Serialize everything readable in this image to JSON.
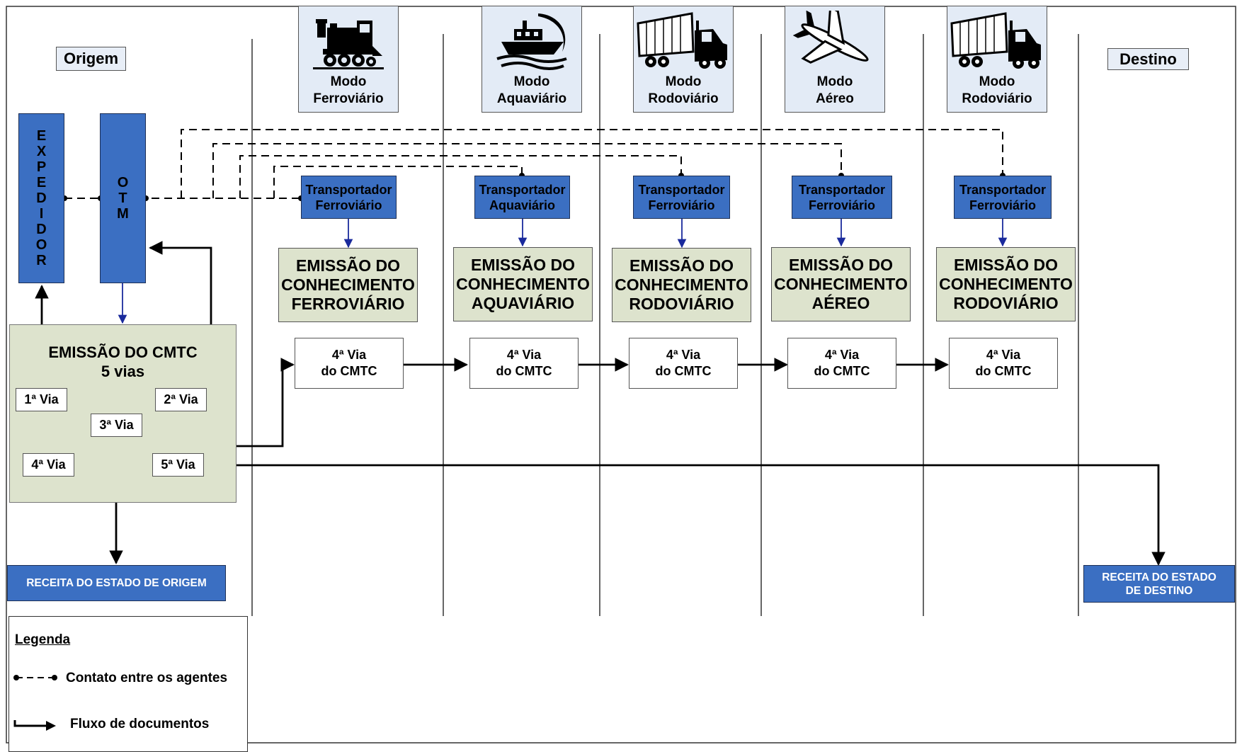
{
  "origem_label": "Origem",
  "destino_label": "Destino",
  "expedidor": [
    "E",
    "X",
    "P",
    "E",
    "D",
    "I",
    "D",
    "O",
    "R"
  ],
  "otm": [
    "O",
    "T",
    "M"
  ],
  "modes": [
    {
      "icon": "train-icon",
      "line1": "Modo",
      "line2": "Ferroviário"
    },
    {
      "icon": "boat-icon",
      "line1": "Modo",
      "line2": "Aquaviário"
    },
    {
      "icon": "truck-icon",
      "line1": "Modo",
      "line2": "Rodoviário"
    },
    {
      "icon": "airplane-icon",
      "line1": "Modo",
      "line2": "Aéreo"
    },
    {
      "icon": "truck-icon",
      "line1": "Modo",
      "line2": "Rodoviário"
    }
  ],
  "transportadores": [
    {
      "line1": "Transportador",
      "line2": "Ferroviário"
    },
    {
      "line1": "Transportador",
      "line2": "Aquaviário"
    },
    {
      "line1": "Transportador",
      "line2": "Ferroviário"
    },
    {
      "line1": "Transportador",
      "line2": "Ferroviário"
    },
    {
      "line1": "Transportador",
      "line2": "Ferroviário"
    }
  ],
  "emissoes": [
    {
      "line1": "EMISSÃO DO",
      "line2": "CONHECIMENTO",
      "line3": "FERROVIÁRIO"
    },
    {
      "line1": "EMISSÃO DO",
      "line2": "CONHECIMENTO",
      "line3": "AQUAVIÁRIO"
    },
    {
      "line1": "EMISSÃO DO",
      "line2": "CONHECIMENTO",
      "line3": "RODOVIÁRIO"
    },
    {
      "line1": "EMISSÃO DO",
      "line2": "CONHECIMENTO",
      "line3": "AÉREO"
    },
    {
      "line1": "EMISSÃO DO",
      "line2": "CONHECIMENTO",
      "line3": "RODOVIÁRIO"
    }
  ],
  "via4_boxes": [
    {
      "line1": "4ª Via",
      "line2": "do CMTC"
    },
    {
      "line1": "4ª Via",
      "line2": "do CMTC"
    },
    {
      "line1": "4ª Via",
      "line2": "do CMTC"
    },
    {
      "line1": "4ª Via",
      "line2": "do CMTC"
    },
    {
      "line1": "4ª Via",
      "line2": "do CMTC"
    }
  ],
  "cmtc": {
    "title": "EMISSÃO DO CMTC",
    "subtitle": "5 vias",
    "via1": "1ª Via",
    "via2": "2ª Via",
    "via3": "3ª Via",
    "via4": "4ª Via",
    "via5": "5ª Via"
  },
  "receita_origem": "RECEITA DO ESTADO DE ORIGEM",
  "receita_destino": {
    "line1": "RECEITA DO ESTADO",
    "line2": "DE DESTINO"
  },
  "legend": {
    "title": "Legenda",
    "contato": "Contato entre os agentes",
    "fluxo": "Fluxo de documentos"
  },
  "colors": {
    "agent_blue": "#3b6fc2",
    "document_green": "#dde3cd",
    "mode_card": "#e3ebf6"
  }
}
